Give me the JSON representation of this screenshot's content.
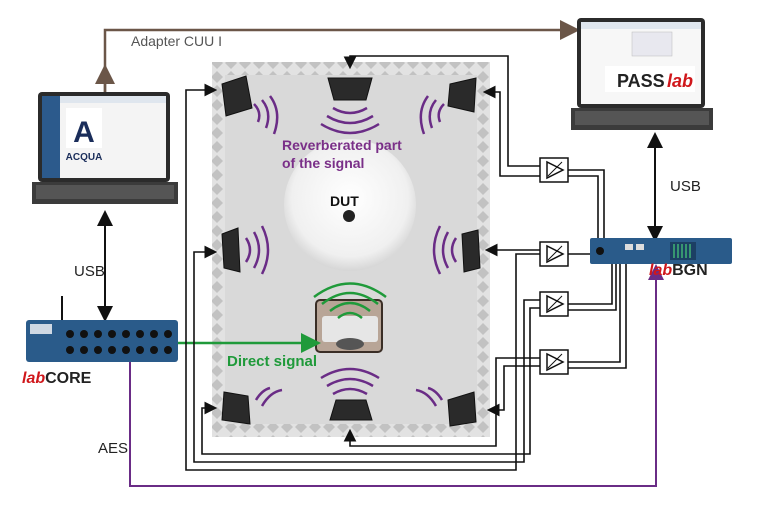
{
  "labels": {
    "adapter": "Adapter CUU I",
    "usb_left": "USB",
    "usb_right": "USB",
    "aes": "AES",
    "reverb_line1": "Reverberated part",
    "reverb_line2": "of the signal",
    "dut": "DUT",
    "direct": "Direct signal",
    "labcore_lab": "lab",
    "labcore_core": "CORE",
    "labbgn_lab": "lab",
    "labbgn_bgn": "BGN",
    "acqua_text": "ACQUA",
    "pass_main": "PASS",
    "pass_lab": "lab"
  },
  "icons": {
    "laptop_left": "laptop-icon",
    "laptop_right": "laptop-icon",
    "speaker": "loudspeaker-icon",
    "amplifier": "amplifier-icon",
    "interface": "audio-interface-icon",
    "head_sim": "head-and-torso-simulator-icon"
  },
  "colors": {
    "brown_line": "#6b5648",
    "black_line": "#111111",
    "purple": "#6a2c86",
    "green": "#1f9a3a",
    "red_brand": "#d0171b",
    "room_floor": "#d8d8d8",
    "device_blue": "#2a5b8a"
  }
}
